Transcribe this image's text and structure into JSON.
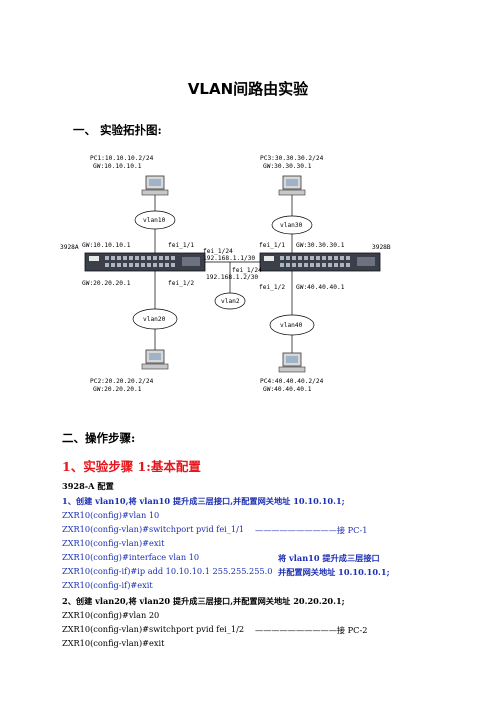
{
  "title": "VLAN间路由实验",
  "section1": "一、 实验拓扑图:",
  "diagram": {
    "pc1": "PC1:10.10.10.2/24",
    "pc1_gw": "GW:10.10.10.1",
    "pc3": "PC3:30.30.30.2/24",
    "pc3_gw": "GW:30.30.30.1",
    "vlan10": "vlan10",
    "vlan30": "vlan30",
    "vlan20": "vlan20",
    "vlan40": "vlan40",
    "vlan2": "vlan2",
    "sw_a_name": "3928A",
    "sw_b_name": "3928B",
    "sw_a_gw10": "GW:10.10.10.1",
    "sw_a_fei1": "fei_1/1",
    "sw_a_fei2": "fei_1/2",
    "sw_a_gw20": "GW:20.20.20.1",
    "link_a_port": "fei_1/24",
    "link_a_ip": "192.168.1.1/30",
    "link_b_port": "fei_1/24",
    "link_b_ip": "192.168.1.2/30",
    "sw_b_fei1": "fei_1/1",
    "sw_b_gw30": "GW:30.30.30.1",
    "sw_b_fei2": "fei_1/2",
    "sw_b_gw40": "GW:40.40.40.1",
    "pc2": "PC2:20.20.20.2/24",
    "pc2_gw": "GW:20.20.20.1",
    "pc4": "PC4:40.40.40.2/24",
    "pc4_gw": "GW:40.40.40.1"
  },
  "section2": "二、操作步骤:",
  "step1": "1、实验步骤 1:基本配置",
  "config_a": "3928-A 配置",
  "c1_title": "1、创建 vlan10,将 vlan10 提升成三层接口,并配置网关地址 10.10.10.1;",
  "c1_l1": "ZXR10(config)#vlan 10",
  "c1_l2": "ZXR10(config-vlan)#switchport pvid fei_1/1",
  "c1_l2_note": "——————————接 PC-1",
  "c1_l3": "ZXR10(config-vlan)#exit",
  "c1_l4": "ZXR10(config)#interface vlan 10",
  "c1_l4_note": "将 vlan10 提升成三层接口",
  "c1_l5": "ZXR10(config-if)#ip add 10.10.10.1 255.255.255.0",
  "c1_l5_note": "并配置网关地址 10.10.10.1;",
  "c1_l6": "ZXR10(config-if)#exit",
  "c2_title": "2、创建 vlan20,将 vlan20 提升成三层接口,并配置网关地址 20.20.20.1;",
  "c2_l1": "ZXR10(config)#vlan 20",
  "c2_l2": "ZXR10(config-vlan)#switchport pvid fei_1/2",
  "c2_l2_note": "——————————接 PC-2",
  "c2_l3": "ZXR10(config-vlan)#exit"
}
